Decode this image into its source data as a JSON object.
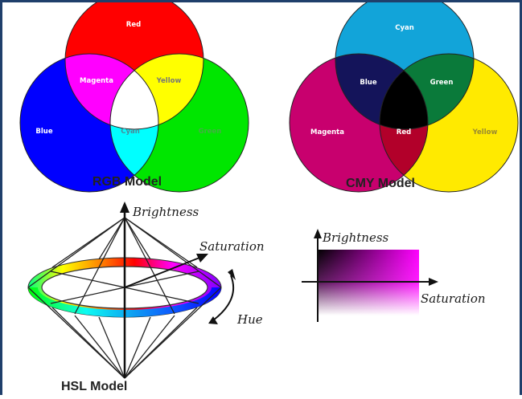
{
  "rgb": {
    "caption": "RGB Model",
    "labels": {
      "red": "Red",
      "green": "Green",
      "blue": "Blue",
      "magenta": "Magenta",
      "yellow": "Yellow",
      "cyan": "Cyan"
    },
    "colors": {
      "red": "#ff0000",
      "green": "#00e600",
      "blue": "#0000ff",
      "magenta": "#ff00ff",
      "yellow": "#ffff00",
      "cyan": "#00ffff",
      "white": "#ffffff"
    }
  },
  "cmy": {
    "caption": "CMY Model",
    "labels": {
      "cyan": "Cyan",
      "magenta": "Magenta",
      "yellow": "Yellow",
      "blue": "Blue",
      "green": "Green",
      "red": "Red"
    },
    "colors": {
      "cyan": "#12a4d9",
      "magenta": "#c8006e",
      "yellow": "#ffea00",
      "blue": "#14145a",
      "green": "#0a7a3a",
      "red": "#b2002a",
      "black": "#000000"
    }
  },
  "hsl": {
    "caption": "HSL Model",
    "brightness_label": "Brightness",
    "saturation_label": "Saturation",
    "hue_label": "Hue"
  },
  "gradient_panel": {
    "brightness_label": "Brightness",
    "saturation_label": "Saturation",
    "colors": {
      "top": "#000000",
      "hue": "#ff00ff",
      "bottom": "#ffffff"
    }
  }
}
